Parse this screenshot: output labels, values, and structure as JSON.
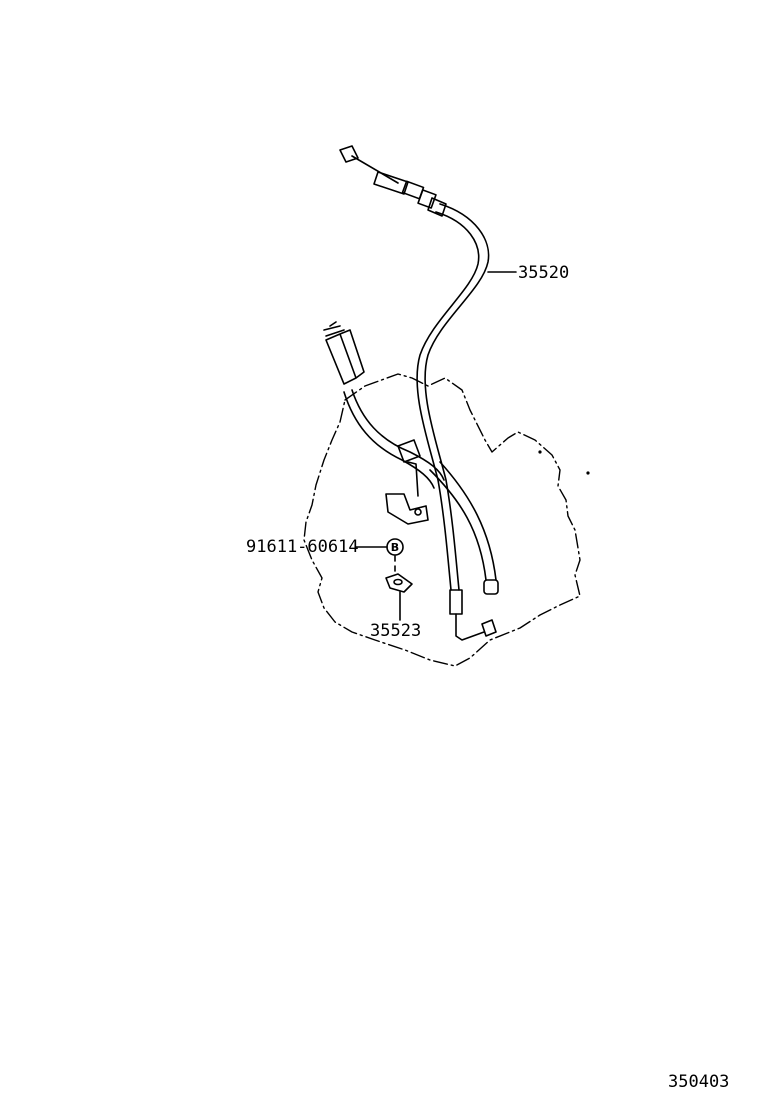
{
  "parts": {
    "cable": {
      "number": "35520"
    },
    "bolt": {
      "number": "91611-60614",
      "symbol": "B"
    },
    "bracket": {
      "number": "35523"
    }
  },
  "figure_id": "350403",
  "colors": {
    "ink": "#000000",
    "paper": "#ffffff"
  }
}
